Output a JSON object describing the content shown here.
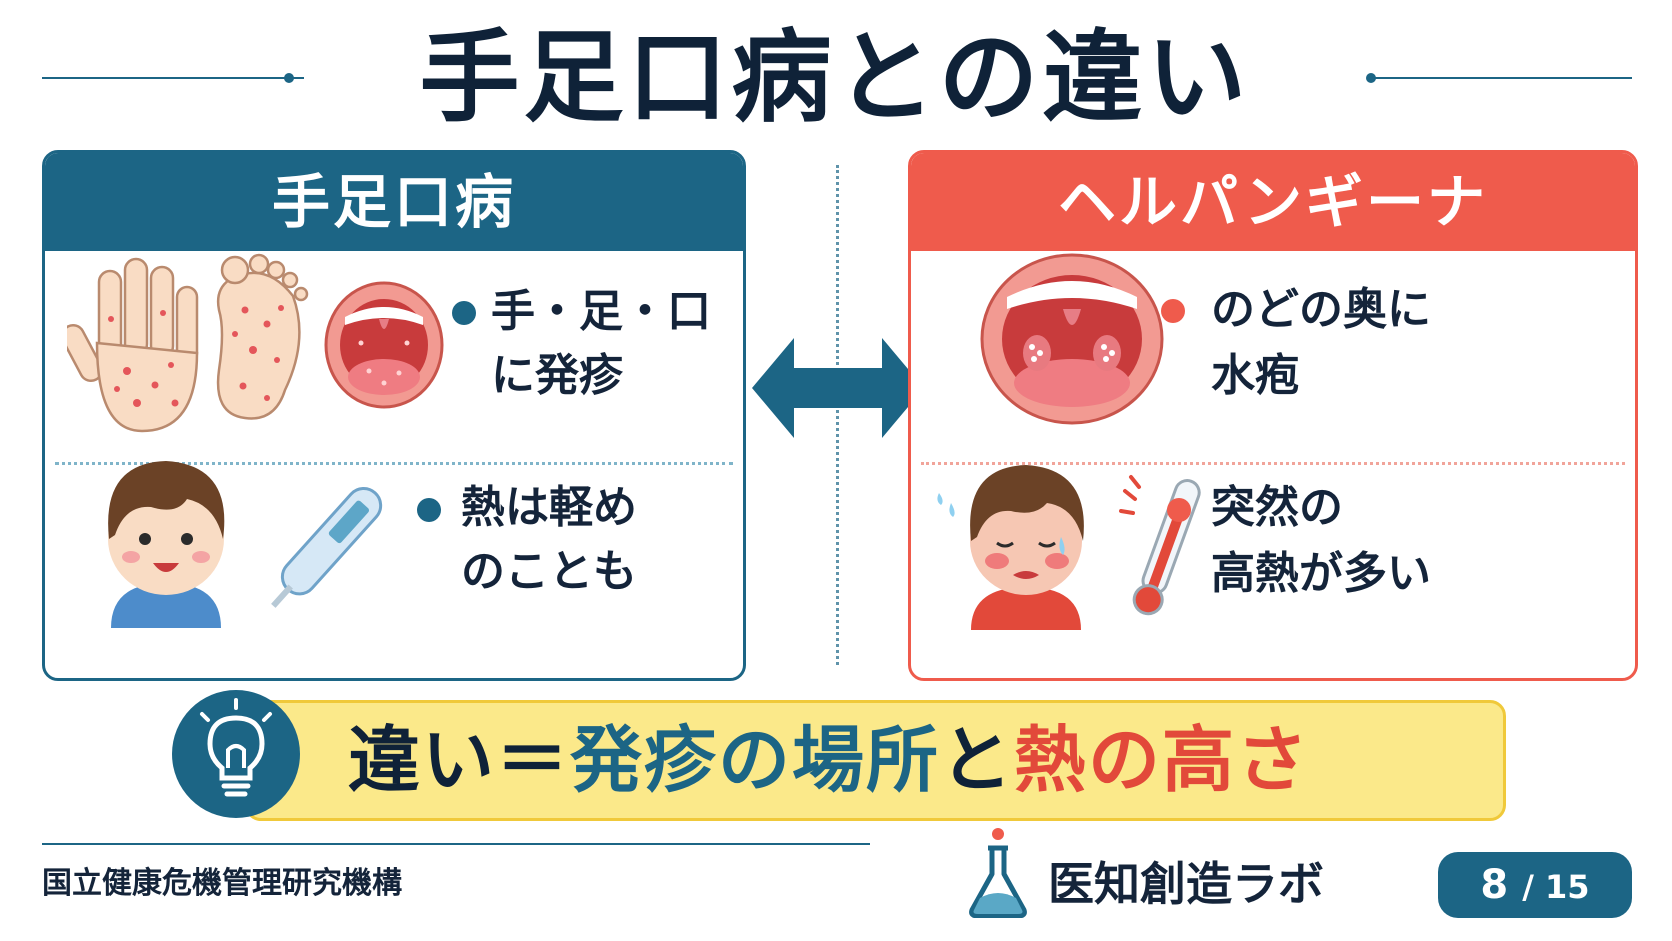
{
  "title": "手足口病との違い",
  "colors": {
    "navy": "#0f2238",
    "teal_blue": "#1c6585",
    "coral_red": "#ef5b4c",
    "yellow": "#fbe98a"
  },
  "left_panel": {
    "header": "手足口病",
    "item1_line1": "手・足・口",
    "item1_line2": "に発疹",
    "item2_line1": "熱は軽め",
    "item2_line2": "のことも",
    "icons": [
      "hand-rash-icon",
      "foot-rash-icon",
      "mouth-rash-icon",
      "happy-boy-icon",
      "thermometer-icon"
    ]
  },
  "right_panel": {
    "header": "ヘルパンギーナ",
    "item1_line1": "のどの奥に",
    "item1_line2": "水疱",
    "item2_line1": "突然の",
    "item2_line2": "高熱が多い",
    "icons": [
      "throat-blisters-icon",
      "feverish-boy-icon",
      "high-thermometer-icon"
    ]
  },
  "compare_icon": "double-arrow-icon",
  "summary": {
    "icon": "lightbulb-icon",
    "part1": "違い＝",
    "part2": "発疹の場所",
    "part3": "と",
    "part4": "熱の高さ"
  },
  "footer": {
    "source": "国立健康危機管理研究機構",
    "brand": "医知創造ラボ",
    "brand_icon": "flask-icon",
    "page_current": "8",
    "page_total": "/ 15"
  }
}
